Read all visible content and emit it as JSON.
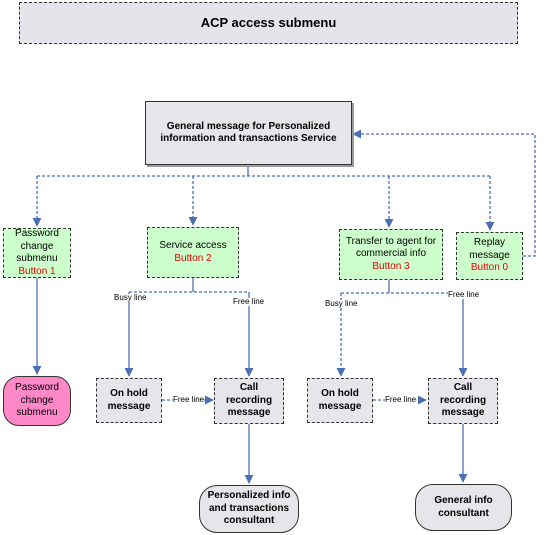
{
  "header": {
    "title": "ACP access submenu"
  },
  "main_node": {
    "line1": "General message for Personalized",
    "line2": "information and transactions Service"
  },
  "submenu_nodes": {
    "password": {
      "line1": "Password",
      "line2": "change",
      "line3": "submenu",
      "button": "Button 1"
    },
    "service": {
      "line1": "Service access",
      "button": "Button 2"
    },
    "transfer": {
      "line1": "Transfer to agent for",
      "line2": "commercial info",
      "button": "Button 3"
    },
    "replay": {
      "line1": "Replay",
      "line2": "message",
      "button": "Button 0"
    }
  },
  "password_submenu": {
    "line1": "Password",
    "line2": "change",
    "line3": "submenu"
  },
  "hold_messages": {
    "left": {
      "line1": "On hold",
      "line2": "message"
    },
    "right": {
      "line1": "On hold",
      "line2": "message"
    }
  },
  "recording_messages": {
    "left": {
      "line1": "Call",
      "line2": "recording",
      "line3": "message"
    },
    "right": {
      "line1": "Call",
      "line2": "recording",
      "line3": "message"
    }
  },
  "consultants": {
    "personalized": {
      "line1": "Personalized info",
      "line2": "and transactions",
      "line3": "consultant"
    },
    "general": {
      "line1": "General info",
      "line2": "consultant"
    }
  },
  "edge_labels": {
    "busy_line_left": "Busy line",
    "free_line_left": "Free line",
    "free_line_mid_left": "Free line",
    "busy_line_right": "Busy line",
    "free_line_right": "Free line",
    "free_line_mid_right": "Free line"
  },
  "colors": {
    "green_fill": "#ccffcc",
    "pink_fill": "#ff88c8",
    "gray_fill": "#e6e6ea",
    "arrow_blue": "#4a6fb5",
    "button_red": "#e80000"
  }
}
